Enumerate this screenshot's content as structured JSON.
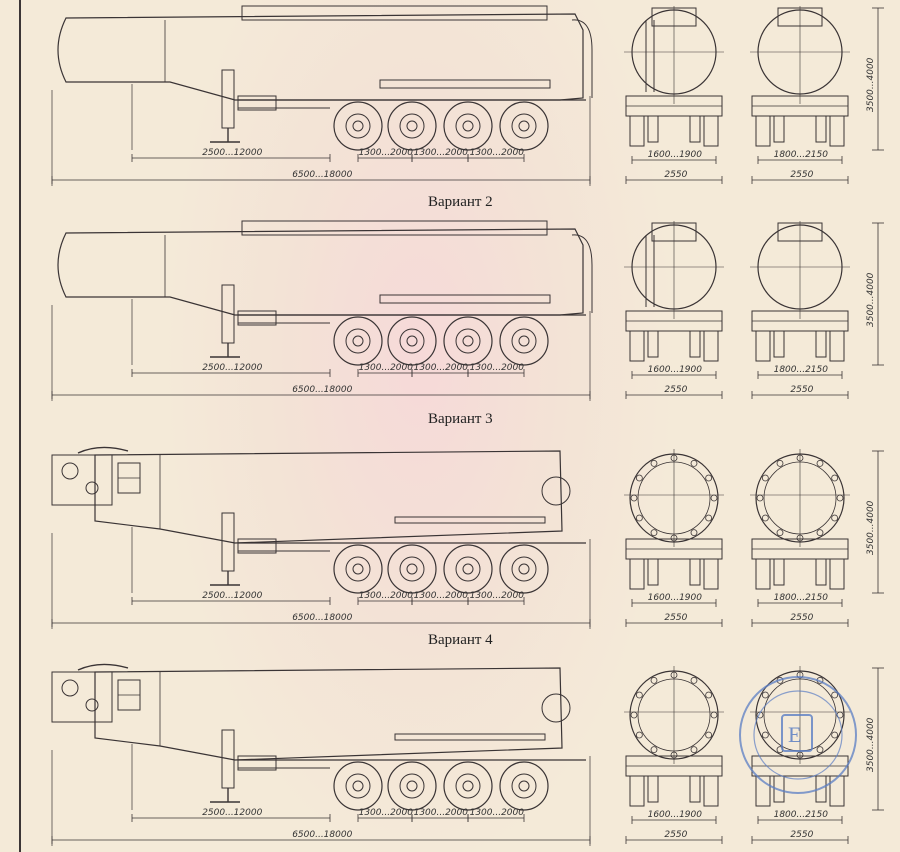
{
  "captions": [
    "Вариант 2",
    "Вариант 3",
    "Вариант 4"
  ],
  "variants": [
    {
      "support": "2500...12000",
      "length": "6500...18000",
      "axle_spacing": [
        "1300...2000",
        "1300...2000",
        "1300...2000"
      ],
      "track_left": "1600...1900",
      "track_right": "1800...2150",
      "width_left": "2550",
      "width_right": "2550",
      "height": "3500...4000"
    },
    {
      "support": "2500...12000",
      "length": "6500...18000",
      "axle_spacing": [
        "1300...2000",
        "1300...2000",
        "1300...2000"
      ],
      "track_left": "1600...1900",
      "track_right": "1800...2150",
      "width_left": "2550",
      "width_right": "2550",
      "height": "3500...4000"
    },
    {
      "support": "2500...12000",
      "length": "6500...18000",
      "axle_spacing": [
        "1300...2000",
        "1300...2000",
        "1300...2000"
      ],
      "track_left": "1600...1900",
      "track_right": "1800...2150",
      "width_left": "2550",
      "width_right": "2550",
      "height": "3500...4000"
    },
    {
      "support": "2500...12000",
      "length": "6500...18000",
      "axle_spacing": [
        "1300...2000",
        "1300...2000",
        "1300...2000"
      ],
      "track_left": "1600...1900",
      "track_right": "1800...2150",
      "width_left": "2550",
      "width_right": "2550",
      "height": "3500...4000"
    }
  ],
  "stamp": {
    "letter": "E"
  },
  "colors": {
    "line": "#3a3435",
    "stamp": "#5b7ec4",
    "paper": "#f5ecd9"
  }
}
